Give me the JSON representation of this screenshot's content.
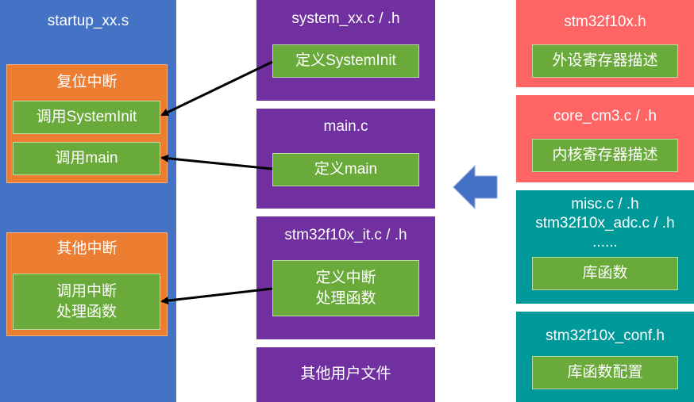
{
  "startup": {
    "title": "startup_xx.s",
    "reset_group": {
      "title": "复位中断",
      "call_systeminit": "调用SystemInit",
      "call_main": "调用main"
    },
    "other_group": {
      "title": "其他中断",
      "call_handler": "调用中断\n处理函数"
    }
  },
  "system_file": {
    "title": "system_xx.c / .h",
    "item": "定义SystemInit"
  },
  "main_file": {
    "title": "main.c",
    "item": "定义main"
  },
  "it_file": {
    "title": "stm32f10x_it.c / .h",
    "item": "定义中断\n处理函数"
  },
  "other_user": {
    "title": "其他用户文件"
  },
  "stm32_header": {
    "title": "stm32f10x.h",
    "item": "外设寄存器描述"
  },
  "core_file": {
    "title": "core_cm3.c / .h",
    "item": "内核寄存器描述"
  },
  "lib_files": {
    "title_lines": "misc.c / .h\nstm32f10x_adc.c / .h\n......",
    "item": "库函数"
  },
  "conf_file": {
    "title": "stm32f10x_conf.h",
    "item": "库函数配置"
  },
  "colors": {
    "blue": "#4472c4",
    "orange": "#ed7d31",
    "purple": "#7030a0",
    "red": "#ff6565",
    "teal": "#009999",
    "green": "#6aaa3a",
    "arrow_blue": "#4472c4"
  }
}
